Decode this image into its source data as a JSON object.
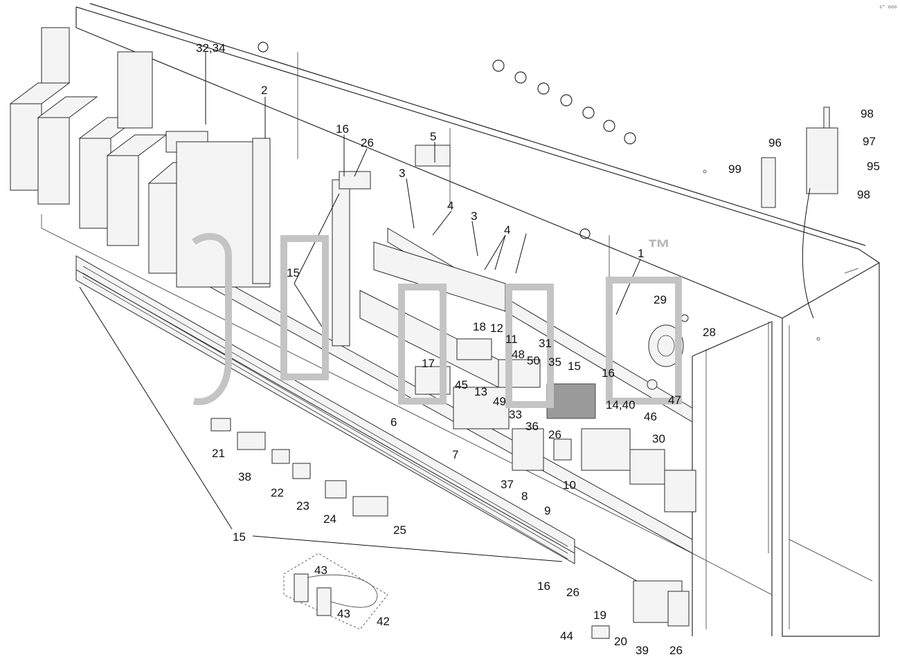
{
  "diagram": {
    "corner_code": "sᴾ ooo",
    "watermark_mark": "™",
    "callouts": [
      {
        "id": "c-32-34",
        "text": "32,34"
      },
      {
        "id": "c-2",
        "text": "2"
      },
      {
        "id": "c-16a",
        "text": "16"
      },
      {
        "id": "c-26a",
        "text": "26"
      },
      {
        "id": "c-5",
        "text": "5"
      },
      {
        "id": "c-3a",
        "text": "3"
      },
      {
        "id": "c-4a",
        "text": "4"
      },
      {
        "id": "c-3b",
        "text": "3"
      },
      {
        "id": "c-4b",
        "text": "4"
      },
      {
        "id": "c-15a",
        "text": "15"
      },
      {
        "id": "c-1",
        "text": "1"
      },
      {
        "id": "c-29",
        "text": "29"
      },
      {
        "id": "c-28",
        "text": "28"
      },
      {
        "id": "c-18",
        "text": "18"
      },
      {
        "id": "c-12",
        "text": "12"
      },
      {
        "id": "c-11",
        "text": "11"
      },
      {
        "id": "c-31",
        "text": "31"
      },
      {
        "id": "c-48",
        "text": "48"
      },
      {
        "id": "c-50",
        "text": "50"
      },
      {
        "id": "c-35",
        "text": "35"
      },
      {
        "id": "c-15b",
        "text": "15"
      },
      {
        "id": "c-16b",
        "text": "16"
      },
      {
        "id": "c-17",
        "text": "17"
      },
      {
        "id": "c-45",
        "text": "45"
      },
      {
        "id": "c-13",
        "text": "13"
      },
      {
        "id": "c-49",
        "text": "49"
      },
      {
        "id": "c-33",
        "text": "33"
      },
      {
        "id": "c-36",
        "text": "36"
      },
      {
        "id": "c-26b",
        "text": "26"
      },
      {
        "id": "c-14-40",
        "text": "14,40"
      },
      {
        "id": "c-46",
        "text": "46"
      },
      {
        "id": "c-47",
        "text": "47"
      },
      {
        "id": "c-6",
        "text": "6"
      },
      {
        "id": "c-7",
        "text": "7"
      },
      {
        "id": "c-30",
        "text": "30"
      },
      {
        "id": "c-21",
        "text": "21"
      },
      {
        "id": "c-38",
        "text": "38"
      },
      {
        "id": "c-22",
        "text": "22"
      },
      {
        "id": "c-23",
        "text": "23"
      },
      {
        "id": "c-24",
        "text": "24"
      },
      {
        "id": "c-25",
        "text": "25"
      },
      {
        "id": "c-37",
        "text": "37"
      },
      {
        "id": "c-8",
        "text": "8"
      },
      {
        "id": "c-10",
        "text": "10"
      },
      {
        "id": "c-9",
        "text": "9"
      },
      {
        "id": "c-15c",
        "text": "15"
      },
      {
        "id": "c-43a",
        "text": "43"
      },
      {
        "id": "c-43b",
        "text": "43"
      },
      {
        "id": "c-42",
        "text": "42"
      },
      {
        "id": "c-16c",
        "text": "16"
      },
      {
        "id": "c-26c",
        "text": "26"
      },
      {
        "id": "c-19",
        "text": "19"
      },
      {
        "id": "c-20",
        "text": "20"
      },
      {
        "id": "c-44",
        "text": "44"
      },
      {
        "id": "c-39",
        "text": "39"
      },
      {
        "id": "c-26d",
        "text": "26"
      },
      {
        "id": "c-98a",
        "text": "98"
      },
      {
        "id": "c-96",
        "text": "96"
      },
      {
        "id": "c-97",
        "text": "97"
      },
      {
        "id": "c-99",
        "text": "99"
      },
      {
        "id": "c-95",
        "text": "95"
      },
      {
        "id": "c-98b",
        "text": "98"
      }
    ]
  }
}
